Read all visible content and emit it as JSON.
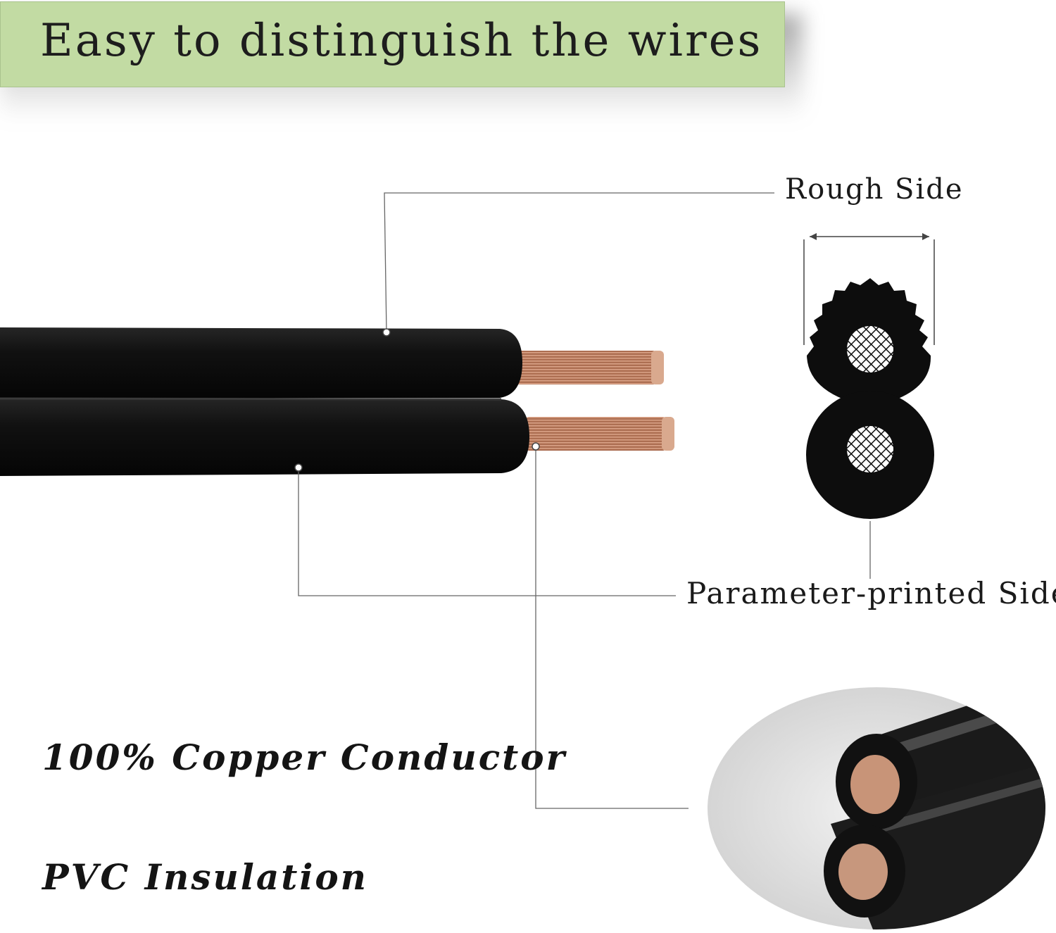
{
  "header": {
    "title": "Easy to distinguish the wires"
  },
  "labels": {
    "rough_side": "Rough Side",
    "parameter_side": "Parameter-printed Side"
  },
  "features": [
    {
      "text": "100% Copper Conductor"
    },
    {
      "text": "PVC Insulation"
    }
  ],
  "colors": {
    "banner_bg": "#c2dba3",
    "insulation": "#0f0f0f",
    "copper": "#c98a6a",
    "leader_line": "#555555"
  }
}
